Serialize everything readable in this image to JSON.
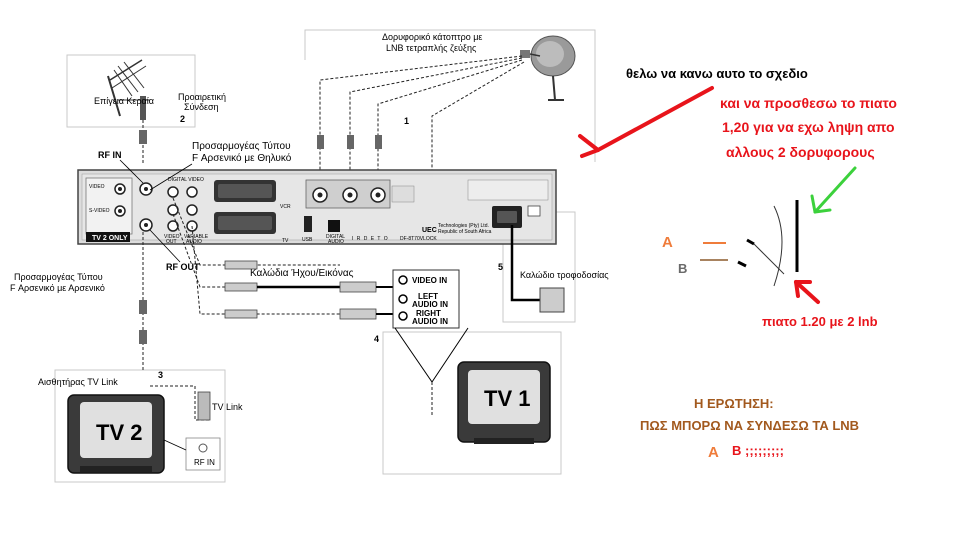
{
  "labels": {
    "satellite_dish": "Δορυφορικό κάτοπτρο με",
    "satellite_dish_line2": "LNB τετραπλής ζεύξης",
    "terrestrial_aerial": "Επίγεια Κεραία",
    "optional_connection": "Προαιρετική",
    "optional_connection_line2": "Σύνδεση",
    "adapter_f_female": "Προσαρμογέας Τύπου",
    "adapter_f_female_line2": "F Αρσενικό με Θηλυκό",
    "adapter_f_male": "Προσαρμογέας Τύπου",
    "adapter_f_male_line2": "F Αρσενικό με Αρσενικό",
    "av_cables": "Καλώδια Ήχου/Εικόνας",
    "power_cable": "Καλώδιο τροφοδοσίας",
    "tv_link_sensor": "Αισθητήρας TV Link",
    "tv_link": "TV Link",
    "rf_in": "RF IN",
    "rf_out": "RF OUT",
    "rf_in_tv2": "RF IN",
    "video_in": "VIDEO IN",
    "left_audio": "LEFT",
    "left_audio_line2": "AUDIO IN",
    "right_audio": "RIGHT",
    "right_audio_line2": "AUDIO IN",
    "tv1": "TV 1",
    "tv2": "TV 2",
    "tv2_only": "TV 2 ONLY",
    "video": "VIDEO",
    "s_video": "S-VIDEO",
    "digital_video": "DIGITAL VIDEO",
    "video_out": "VIDEO",
    "out": "OUT",
    "variable_audio": "VARIABLE",
    "audio": "AUDIO",
    "vcr": "VCR",
    "tv": "TV",
    "usb": "USB",
    "digital_audio": "DIGITAL",
    "audio_out": "AUDIO",
    "brand": "I R D E T O",
    "brand_model": "DF-8T70VLOCK",
    "uec": "UEC",
    "uec_line1": "Technologies (Pty) Ltd.",
    "uec_line2": "Republic of South Africa",
    "num1": "1",
    "num2": "2",
    "num3": "3",
    "num4": "4",
    "num5": "5"
  },
  "annotations": {
    "want_this_diagram": "θελω να κανω αυτο το σχεδιο",
    "add_dish_line1": "και να προσθεσω το πιατο",
    "add_dish_line2": "1,20 για να εχω ληψη απο",
    "add_dish_line3": "αλλους 2 δορυφορους",
    "dish_120": "πιατο 1.20 με 2 lnb",
    "lnb_a": "A",
    "lnb_b": "B",
    "question_title": "Η ΕΡΩΤΗΣΗ:",
    "question_text": "ΠΩΣ ΜΠΟΡΩ ΝΑ ΣΥΝΔΕΣΩ ΤΑ LNB",
    "question_a": "A",
    "question_b": "B ;;;;;;;;;"
  },
  "colors": {
    "red_annotation": "#e8141b",
    "green_arrow": "#3cd13c",
    "brown_text": "#a2591e",
    "orange_text": "#ef7c3b",
    "panel_gray": "#d9d9d9"
  }
}
